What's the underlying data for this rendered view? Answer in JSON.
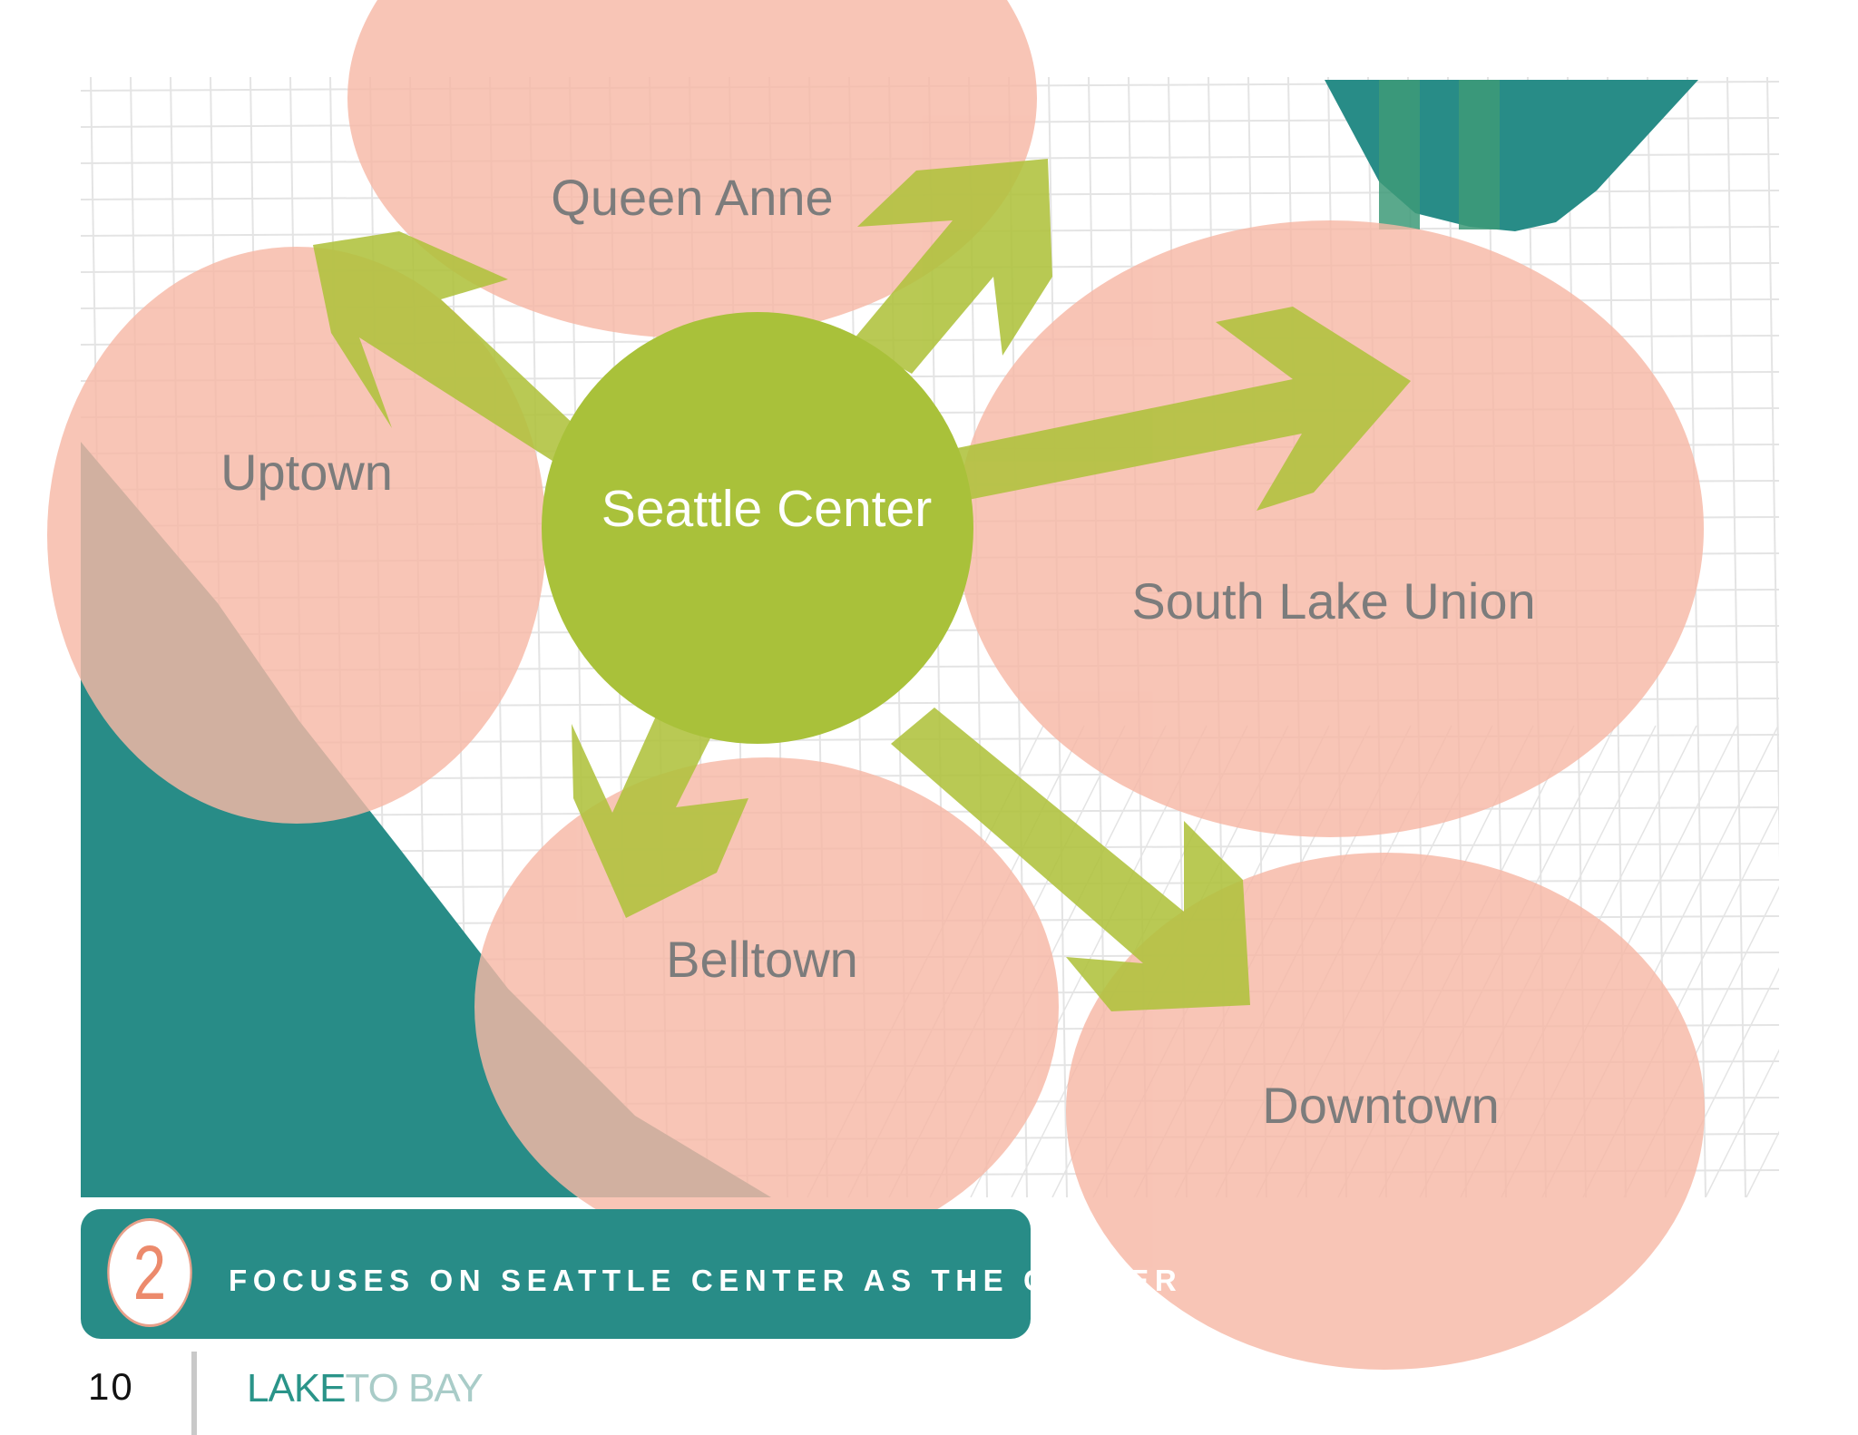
{
  "diagram": {
    "center": {
      "label": "Seattle Center"
    },
    "neighborhoods": [
      {
        "id": "queen-anne",
        "label": "Queen Anne"
      },
      {
        "id": "uptown",
        "label": "Uptown"
      },
      {
        "id": "south-lake-union",
        "label": "South Lake Union"
      },
      {
        "id": "belltown",
        "label": "Belltown"
      },
      {
        "id": "downtown",
        "label": "Downtown"
      }
    ],
    "colors": {
      "neighborhood_fill": "#f7b8a6",
      "center_fill": "#a9c13a",
      "arrow_fill": "#afc23c",
      "water": "#288c87",
      "map_lines": "#e4e4e4"
    }
  },
  "banner": {
    "number": "2",
    "text": "FOCUSES ON SEATTLE CENTER AS THE CENTER"
  },
  "footer": {
    "page_number": "10",
    "brand_part1": "LAKE",
    "brand_part2": "TO BAY"
  }
}
